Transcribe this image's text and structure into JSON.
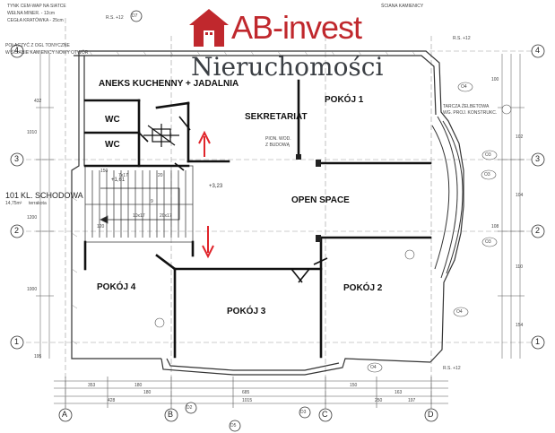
{
  "logo": {
    "name": "AB-invest",
    "subtitle": "Nieruchomości",
    "color": "#c0282d"
  },
  "rooms": {
    "aneks": "ANEKS KUCHENNY + JADALNIA",
    "wc1": "WC",
    "wc2": "WC",
    "sekretariat": "SEKRETARIAT",
    "pokoj1": "POKÓJ 1",
    "open_space": "OPEN SPACE",
    "pokoj2": "POKÓJ 2",
    "pokoj3": "POKÓJ 3",
    "pokoj4": "POKÓJ 4"
  },
  "annotations": {
    "tynk": "TYNK CEM-WAP NA SIATCE",
    "welna": "WEŁNA MINER. - 12cm",
    "cegla": "CEGŁA KRATÓWKA - 25cm",
    "polaczyc": "POŁĄCZYĆ Z OGL TONYCZNE",
    "scianie": "W ŚCIANIE KAMIENICY NOWY OTWÓR",
    "klatka_no": "101",
    "klatka": "KL. SCHODOWA",
    "klatka_area": "14,75m²",
    "klatka_floor": "terrakota",
    "tarcza": "TARCZA ŻELBETOWA",
    "tarcza2": "WG. PROJ. KONSTRUKC.",
    "rs1": "R.S. +12",
    "rs2": "R.S. +12",
    "rs3": "R.S. +12",
    "mark_161": "+1,61",
    "mark_323": "+3,23",
    "pion": "PION. WOD.",
    "sciana_kam": "ŚCIANA KAMIENICY",
    "fence": "Z BUDOWĄ"
  },
  "grid": {
    "rows": [
      "4",
      "3",
      "2",
      "1"
    ],
    "rows_right": [
      "4",
      "3",
      "2",
      "1"
    ],
    "cols": [
      "A",
      "B",
      "C",
      "D"
    ],
    "cols_extra": [
      "D2",
      "D3",
      "D5"
    ],
    "top_col": "D7"
  },
  "stair_steps": [
    "7x17",
    "20",
    "9",
    "10x17",
    "20x17",
    "120",
    "150"
  ],
  "dims_bottom": [
    "353",
    "180",
    "685",
    "1015",
    "150",
    "163",
    "428",
    "250",
    "180",
    "197"
  ],
  "dims_left": [
    "432",
    "1010",
    "1200",
    "1000",
    "195"
  ],
  "dims_right": [
    "100",
    "102",
    "104",
    "110",
    "108",
    "154"
  ],
  "window_tags": [
    "O4",
    "O3",
    "O3",
    "O3",
    "O4",
    "O4"
  ],
  "colors": {
    "arrow": "#e0242a",
    "wall": "#111111",
    "drawing": "#666666"
  }
}
